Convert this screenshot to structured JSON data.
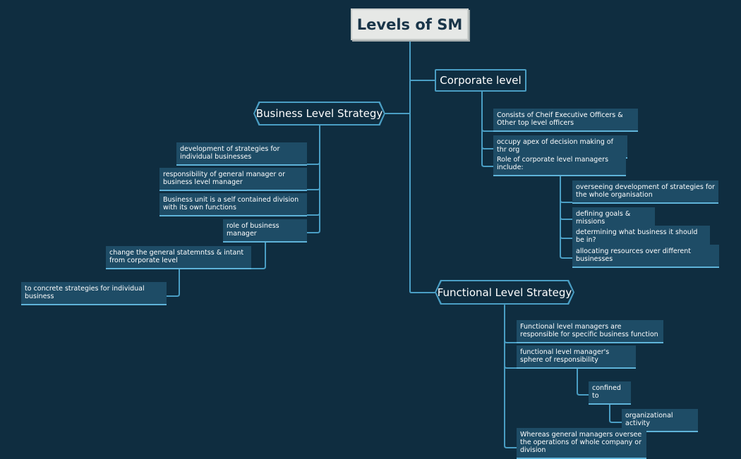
{
  "colors": {
    "background": "#0f2d40",
    "line": "#4a9ec4",
    "leaf_fill": "#1e4c66",
    "root_fill": "#e6e8e6"
  },
  "root": {
    "title": "Levels of SM"
  },
  "corporate": {
    "title": "Corporate level",
    "items": [
      "Consists of Cheif Executive Officers & Other top level officers",
      "occupy apex of decision making of thr org",
      "Role of corporate level managers include:"
    ],
    "roles": [
      "overseeing development of strategies for the whole organisation",
      "defining goals & missions",
      "determining what business it should be in?",
      "allocating resources over different businesses"
    ]
  },
  "business": {
    "title": "Business Level Strategy",
    "items": [
      "development of strategies for individual businesses",
      "responsibility of general manager or business level manager",
      "Business unit is a self contained division with its own functions",
      "role of business manager"
    ],
    "role_child": "change the general statemntss & intant from corporate level",
    "role_grandchild": "to concrete strategies for individual business"
  },
  "functional": {
    "title": "Functional Level Strategy",
    "items": [
      "Functional level managers are responsible for specific business function",
      "functional level manager's sphere of responsibility",
      "Whereas general managers oversee the operations of whole company or division"
    ],
    "confined": "confined to",
    "activity": "organizational activity"
  }
}
